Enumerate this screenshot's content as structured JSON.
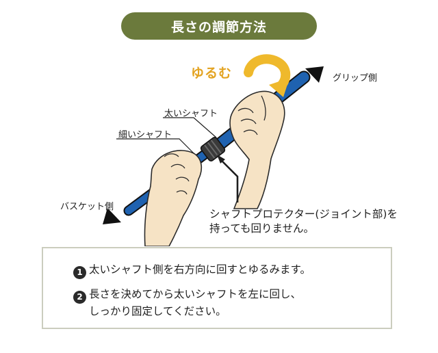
{
  "title": "長さの調節方法",
  "labels": {
    "loosen": "ゆるむ",
    "grip_side": "グリップ側",
    "thick_shaft": "太いシャフト",
    "thin_shaft": "細いシャフト",
    "basket_side": "バスケット側"
  },
  "note": {
    "line1": "シャフトプロテクター(ジョイント部)を",
    "line2": "持っても回りません。"
  },
  "steps": [
    {
      "number": "1",
      "text": "太いシャフト側を右方向に回すとゆるみます。"
    },
    {
      "number": "2",
      "line1": "長さを決めてから太いシャフトを左に回し、",
      "line2": "しっかり固定してください。"
    }
  ],
  "colors": {
    "title_bg": "#6b7a3c",
    "shaft": "#1f62b0",
    "loosen_text": "#e3a321",
    "turn_arrow": "#efb92c",
    "skin": "#f6e3c5",
    "box_border": "#cbcdbe"
  }
}
